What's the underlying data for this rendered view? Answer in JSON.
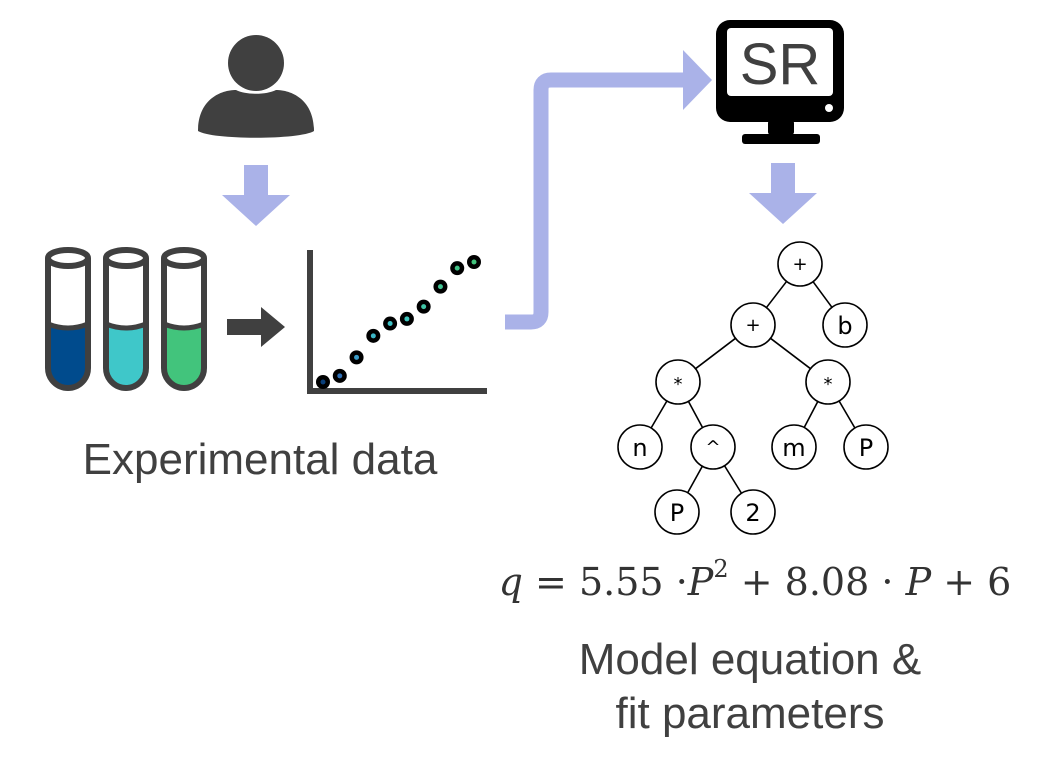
{
  "colors": {
    "arrow_flow": "#aab2e8",
    "icon_dark": "#404040",
    "monitor": "#000000",
    "tube_outline": "#404040",
    "tube_1_fill": "#004b8d",
    "tube_2_fill": "#3fc7c9",
    "tube_3_fill": "#42c47c",
    "text": "#404040"
  },
  "icons": {
    "user": "user-icon",
    "tubes": "test-tube-icon",
    "arrow_right": "arrow-right-icon",
    "arrow_down": "arrow-down-icon",
    "monitor": "monitor-icon"
  },
  "monitor": {
    "screen_text": "SR"
  },
  "labels": {
    "experimental": "Experimental data",
    "model_line1": "Model equation &",
    "model_line2": "fit parameters"
  },
  "scatter": {
    "points": [
      {
        "x": 0,
        "y": 0,
        "color": "#0a3f7a"
      },
      {
        "x": 1,
        "y": 0.4,
        "color": "#2f6fb5"
      },
      {
        "x": 2,
        "y": 1.6,
        "color": "#3a9cc9"
      },
      {
        "x": 3,
        "y": 3.0,
        "color": "#3cb6c6"
      },
      {
        "x": 4,
        "y": 3.8,
        "color": "#3fc2c6"
      },
      {
        "x": 5,
        "y": 4.1,
        "color": "#3fc6bd"
      },
      {
        "x": 6,
        "y": 4.9,
        "color": "#40c4a5"
      },
      {
        "x": 7,
        "y": 6.2,
        "color": "#40c392"
      },
      {
        "x": 8,
        "y": 7.4,
        "color": "#41c386"
      },
      {
        "x": 9,
        "y": 7.8,
        "color": "#42c47c"
      }
    ]
  },
  "tree": {
    "nodes": [
      {
        "id": "root",
        "label": "+"
      },
      {
        "id": "add",
        "label": "+"
      },
      {
        "id": "b",
        "label": "b"
      },
      {
        "id": "mul1",
        "label": "*"
      },
      {
        "id": "mul2",
        "label": "*"
      },
      {
        "id": "n",
        "label": "n"
      },
      {
        "id": "pow",
        "label": "^"
      },
      {
        "id": "m",
        "label": "m"
      },
      {
        "id": "P1",
        "label": "P"
      },
      {
        "id": "P2",
        "label": "P"
      },
      {
        "id": "two",
        "label": "2"
      }
    ],
    "edges": [
      [
        "root",
        "add"
      ],
      [
        "root",
        "b"
      ],
      [
        "add",
        "mul1"
      ],
      [
        "add",
        "mul2"
      ],
      [
        "mul1",
        "n"
      ],
      [
        "mul1",
        "pow"
      ],
      [
        "mul2",
        "m"
      ],
      [
        "mul2",
        "P1"
      ],
      [
        "pow",
        "P2"
      ],
      [
        "pow",
        "two"
      ]
    ]
  },
  "equation": {
    "lhs": "q",
    "eq": "=",
    "c1": "5.55",
    "dot1": "·",
    "var1": "P",
    "exp1": "2",
    "plus1": "+",
    "c2": "8.08",
    "dot2": "·",
    "var2": "P",
    "plus2": "+",
    "c3": "6"
  }
}
